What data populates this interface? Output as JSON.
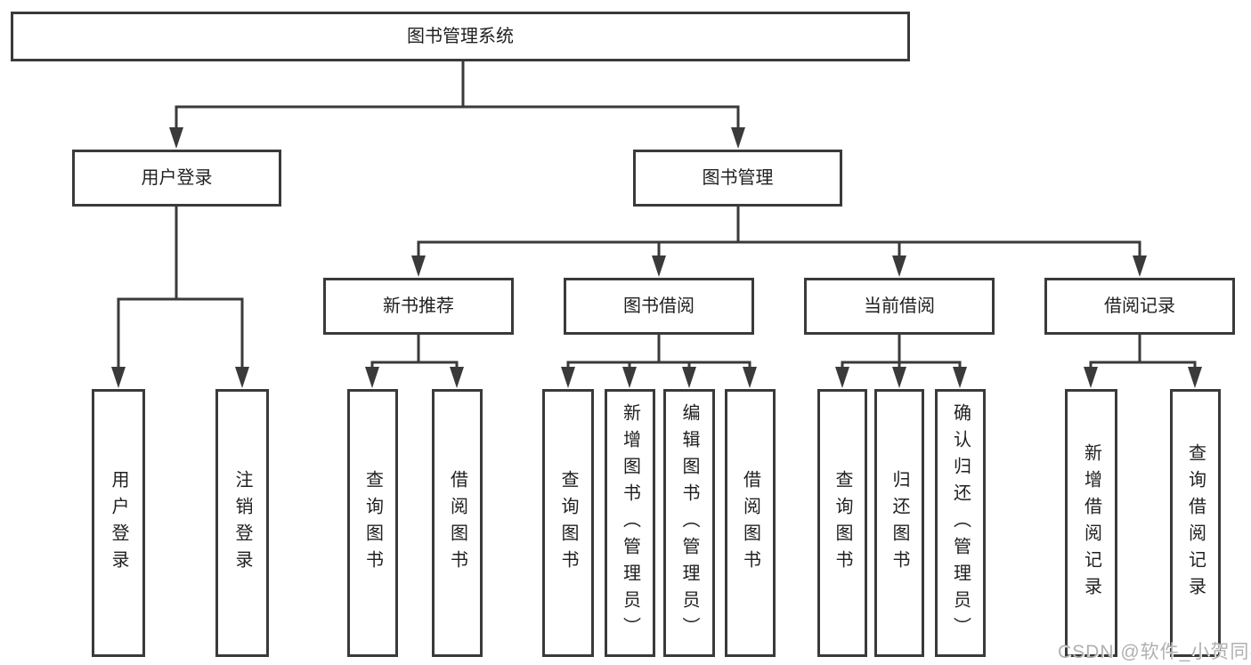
{
  "colors": {
    "line": "#3a3a3a",
    "box_border": "#3a3a3a",
    "text": "#1f1f1f",
    "watermark": "#b0b0b0",
    "background": "#ffffff"
  },
  "watermark": {
    "text": "CSDN @软件_小贺同学"
  },
  "tree": {
    "root": "图书管理系统",
    "login": {
      "label": "用户登录",
      "leaves": [
        "用户登录",
        "注销登录"
      ]
    },
    "management": {
      "label": "图书管理",
      "categories": [
        {
          "label": "新书推荐",
          "leaves": [
            "查询图书",
            "借阅图书"
          ]
        },
        {
          "label": "图书借阅",
          "leaves": [
            "查询图书",
            "新增图书（管理员）",
            "编辑图书（管理员）",
            "借阅图书"
          ]
        },
        {
          "label": "当前借阅",
          "leaves": [
            "查询图书",
            "归还图书",
            "确认归还（管理员）"
          ]
        },
        {
          "label": "借阅记录",
          "leaves": [
            "新增借阅记录",
            "查询借阅记录"
          ]
        }
      ]
    }
  }
}
